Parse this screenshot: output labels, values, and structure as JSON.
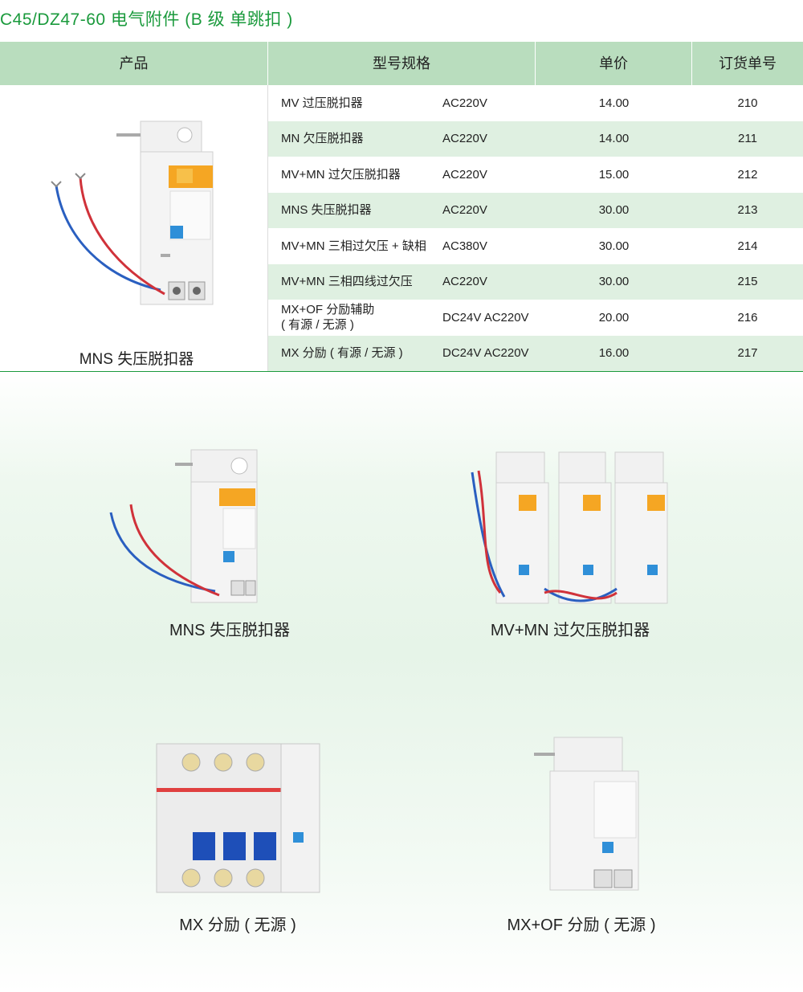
{
  "page": {
    "title": "C45/DZ47-60 电气附件 (B 级 单跳扣 )"
  },
  "table": {
    "headers": [
      "产品",
      "型号规格",
      "单价",
      "订货单号"
    ],
    "product_name": "MNS 失压脱扣器",
    "rows": [
      {
        "model": "MV 过压脱扣器",
        "voltage": "AC220V",
        "price": "14.00",
        "code": "210"
      },
      {
        "model": "MN 欠压脱扣器",
        "voltage": "AC220V",
        "price": "14.00",
        "code": "211"
      },
      {
        "model": "MV+MN 过欠压脱扣器",
        "voltage": "AC220V",
        "price": "15.00",
        "code": "212"
      },
      {
        "model": "MNS 失压脱扣器",
        "voltage": "AC220V",
        "price": "30.00",
        "code": "213"
      },
      {
        "model": "MV+MN 三相过欠压 + 缺相",
        "voltage": "AC380V",
        "price": "30.00",
        "code": "214"
      },
      {
        "model": "MV+MN 三相四线过欠压",
        "voltage": "AC220V",
        "price": "30.00",
        "code": "215"
      },
      {
        "model": "MX+OF 分励辅助",
        "model_line2": "( 有源 / 无源 )",
        "voltage": "DC24V AC220V",
        "price": "20.00",
        "code": "216"
      },
      {
        "model": "MX 分励 ( 有源 / 无源 )",
        "voltage": "DC24V AC220V",
        "price": "16.00",
        "code": "217"
      }
    ]
  },
  "gallery": {
    "captions": [
      "MNS 失压脱扣器",
      "MV+MN 过欠压脱扣器",
      "MX 分励 ( 无源 )",
      "MX+OF 分励 ( 无源 )"
    ]
  },
  "colors": {
    "accent": "#1a9a3c",
    "header_bg": "#b9ddbe",
    "row_alt": "#dff0e1"
  },
  "images": [
    "mns-release-device",
    "mv-mn-three-phase-device",
    "mx-breaker-assembly",
    "mx-of-device"
  ]
}
